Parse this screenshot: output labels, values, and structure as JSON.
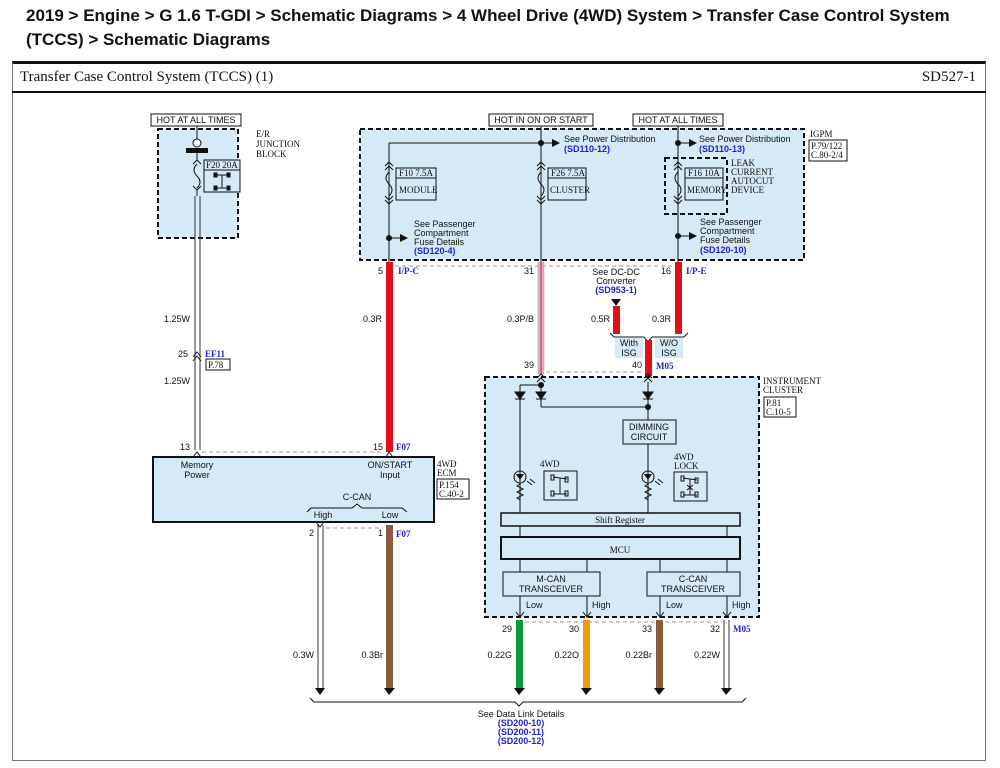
{
  "breadcrumb": "2019 > Engine > G 1.6 T-GDI > Schematic Diagrams > 4 Wheel Drive (4WD) System > Transfer Case Control System (TCCS) > Schematic Diagrams",
  "diagram": {
    "title": "Transfer Case Control System (TCCS) (1)",
    "code": "SD527-1",
    "colors": {
      "component_fill": "#d5e9f7",
      "wire_red": "#e0101a",
      "wire_pink_black": "#f0a6c4",
      "wire_brown": "#8a5a3c",
      "wire_green": "#0a9a3c",
      "wire_orange": "#f29a0e",
      "wire_white": "#ffffff",
      "link_blue": "#1f1fd0"
    },
    "power_labels": {
      "hot_all_times_left": "HOT AT ALL TIMES",
      "hot_on_start": "HOT IN ON OR START",
      "hot_all_times_right": "HOT AT ALL TIMES"
    },
    "er_junction": {
      "name_lines": [
        "E/R",
        "JUNCTION",
        "BLOCK"
      ],
      "fuse": "F20 20A",
      "fuse_icon": "4wd-drivetrain-icon"
    },
    "igpm": {
      "name": "IGPM",
      "ref_lines": [
        "P.79/122",
        "C.80-2/4"
      ],
      "fuses": [
        {
          "id": "F10 7.5A",
          "name": "MODULE"
        },
        {
          "id": "F26 7.5A",
          "name": "CLUSTER"
        },
        {
          "id": "F16 10A",
          "name": "MEMORY"
        }
      ],
      "leak_device_lines": [
        "LEAK",
        "CURRENT",
        "AUTOCUT",
        "DEVICE"
      ],
      "see_power_dist_1": {
        "text": "See Power Distribution",
        "ref": "(SD110-12)"
      },
      "see_power_dist_2": {
        "text": "See Power Distribution",
        "ref": "(SD110-13)"
      },
      "see_pass_fuse_1": {
        "lines": [
          "See Passenger",
          "Compartment",
          "Fuse Details"
        ],
        "ref": "(SD120-4)"
      },
      "see_pass_fuse_2": {
        "lines": [
          "See Passenger",
          "Compartment",
          "Fuse Details"
        ],
        "ref": "(SD120-10)"
      }
    },
    "pins": {
      "p5": "5",
      "ipc": "I/P-C",
      "p31": "31",
      "p16": "16",
      "ipe": "I/P-E",
      "p25": "25",
      "ef11": "EF11",
      "p78": "P.78",
      "p13": "13",
      "p15": "15",
      "f07a": "F07",
      "p2": "2",
      "p1": "1",
      "f07b": "F07",
      "p39": "39",
      "p40": "40",
      "m05a": "M05",
      "p29": "29",
      "p30": "30",
      "p33": "33",
      "p32": "32",
      "m05b": "M05"
    },
    "wires": {
      "w_125w_a": "1.25W",
      "w_125w_b": "1.25W",
      "w_03r": "0.3R",
      "w_03pb": "0.3P/B",
      "w_05r": "0.5R",
      "w_03r_b": "0.3R",
      "w_03w": "0.3W",
      "w_03br": "0.3Br",
      "w_022g": "0.22G",
      "w_022o": "0.22O",
      "w_022br": "0.22Br",
      "w_022w": "0.22W"
    },
    "dcdc": {
      "lines": [
        "See DC-DC",
        "Converter"
      ],
      "ref": "(SD953-1)"
    },
    "isg": {
      "with": [
        "With",
        "ISG"
      ],
      "without": [
        "W/O",
        "ISG"
      ]
    },
    "ecm": {
      "name_lines": [
        "4WD",
        "ECM"
      ],
      "ref_lines": [
        "P.154",
        "C.40-2"
      ],
      "memory_power": [
        "Memory",
        "Power"
      ],
      "on_start_input": [
        "ON/START",
        "Input"
      ],
      "ccan": "C-CAN",
      "high": "High",
      "low": "Low"
    },
    "cluster": {
      "name_lines": [
        "INSTRUMENT",
        "CLUSTER"
      ],
      "ref_lines": [
        "P.81",
        "C.10-5"
      ],
      "dimming": [
        "DIMMING",
        "CIRCUIT"
      ],
      "ind_4wd": "4WD",
      "ind_4wd_lock": [
        "4WD",
        "LOCK"
      ],
      "shift_register": "Shift Register",
      "mcu": "MCU",
      "mcan": [
        "M-CAN",
        "TRANSCEIVER"
      ],
      "ccan": [
        "C-CAN",
        "TRANSCEIVER"
      ],
      "low1": "Low",
      "high1": "High",
      "low2": "Low",
      "high2": "High"
    },
    "data_link": {
      "text": "See Data Link Details",
      "refs": [
        "(SD200-10)",
        "(SD200-11)",
        "(SD200-12)"
      ]
    }
  }
}
